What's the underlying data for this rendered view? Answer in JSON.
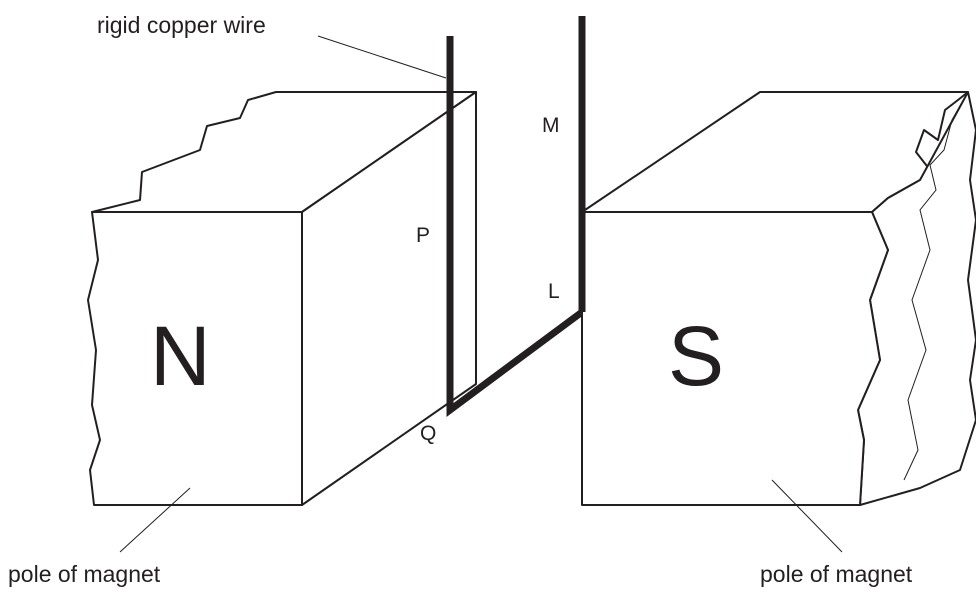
{
  "labels": {
    "wire": "rigid copper wire",
    "point_m": "M",
    "point_p": "P",
    "point_l": "L",
    "point_q": "Q",
    "pole_north": "N",
    "pole_south": "S",
    "pole_caption_left": "pole of magnet",
    "pole_caption_right": "pole of magnet"
  },
  "colors": {
    "ink": "#231f20",
    "background": "#ffffff"
  }
}
